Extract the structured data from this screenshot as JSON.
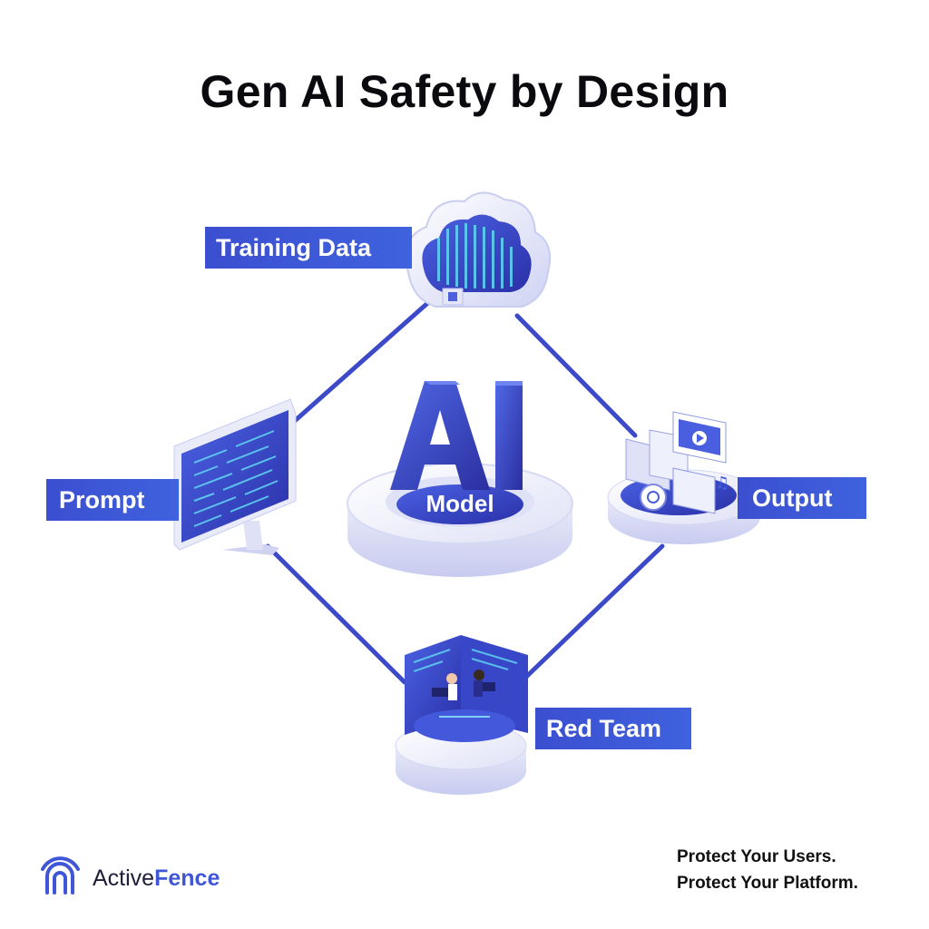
{
  "title": "Gen AI Safety by Design",
  "center": {
    "big_text": "AI",
    "label": "Model"
  },
  "nodes": {
    "training_data": "Training Data",
    "prompt": "Prompt",
    "output": "Output",
    "red_team": "Red Team"
  },
  "brand": {
    "name_part1": "Active",
    "name_part2": "Fence"
  },
  "tagline": {
    "line1": "Protect Your Users.",
    "line2": "Protect Your Platform."
  },
  "colors": {
    "primary": "#3f56d6",
    "dark": "#2a2fa6",
    "light": "#e8e9fb"
  }
}
